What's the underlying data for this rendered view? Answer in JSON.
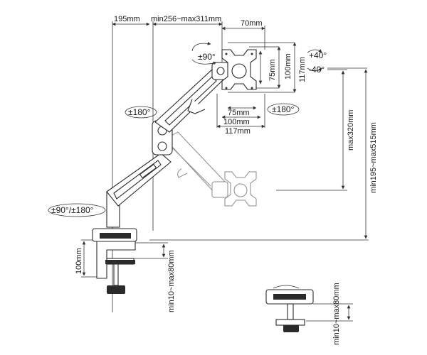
{
  "dimensions": {
    "top_offset": "195mm",
    "arm_reach": "min256~max311mm",
    "head_depth": "70mm",
    "vesa_75_v": "75mm",
    "vesa_100_v": "100mm",
    "vesa_117_v": "117mm",
    "vesa_75_h": "75mm",
    "vesa_100_h": "100mm",
    "vesa_117_h": "117mm",
    "height_travel": "max320mm",
    "total_height": "min195~max515mm",
    "clamp_height": "100mm",
    "clamp_range": "min10~max80mm",
    "grommet_range": "min10~max80mm"
  },
  "rotations": {
    "rotate": "±90°",
    "tilt_up": "+40°",
    "tilt_down": "-40°",
    "swivel_arm": "±180°",
    "swivel_head": "±180°",
    "base": "±90°/±180°"
  }
}
